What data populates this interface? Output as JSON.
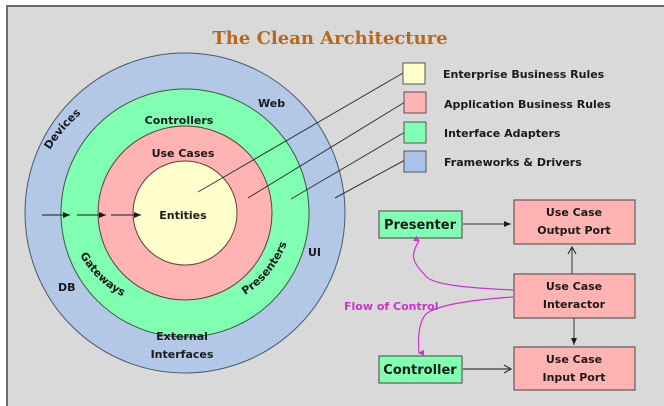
{
  "title": "The Clean Architecture",
  "colors": {
    "background": "#d9d9d9",
    "title": "#b8671c",
    "entities": "#ffffcc",
    "use_cases": "#ffb3b3",
    "adapters": "#80ffb3",
    "frameworks": "#b3c7e6",
    "flow": "#cc33cc"
  },
  "rings": {
    "outer": {
      "labels": {
        "devices": "Devices",
        "web": "Web",
        "ui": "UI",
        "db": "DB",
        "external_1": "External",
        "external_2": "Interfaces"
      }
    },
    "adapters": {
      "labels": {
        "controllers": "Controllers",
        "gateways": "Gateways",
        "presenters": "Presenters"
      }
    },
    "use_cases": {
      "label": "Use Cases"
    },
    "entities": {
      "label": "Entities"
    }
  },
  "legend": [
    {
      "label": "Enterprise Business Rules",
      "color": "#ffffcc"
    },
    {
      "label": "Application Business Rules",
      "color": "#ffb3b3"
    },
    {
      "label": "Interface Adapters",
      "color": "#80ffb3"
    },
    {
      "label": "Frameworks & Drivers",
      "color": "#a9c4e8"
    }
  ],
  "flow_diagram": {
    "presenter": "Presenter",
    "controller": "Controller",
    "output_port": [
      "Use Case",
      "Output Port"
    ],
    "interactor": [
      "Use Case",
      "Interactor"
    ],
    "input_port": [
      "Use Case",
      "Input Port"
    ],
    "flow_label": "Flow of Control"
  }
}
